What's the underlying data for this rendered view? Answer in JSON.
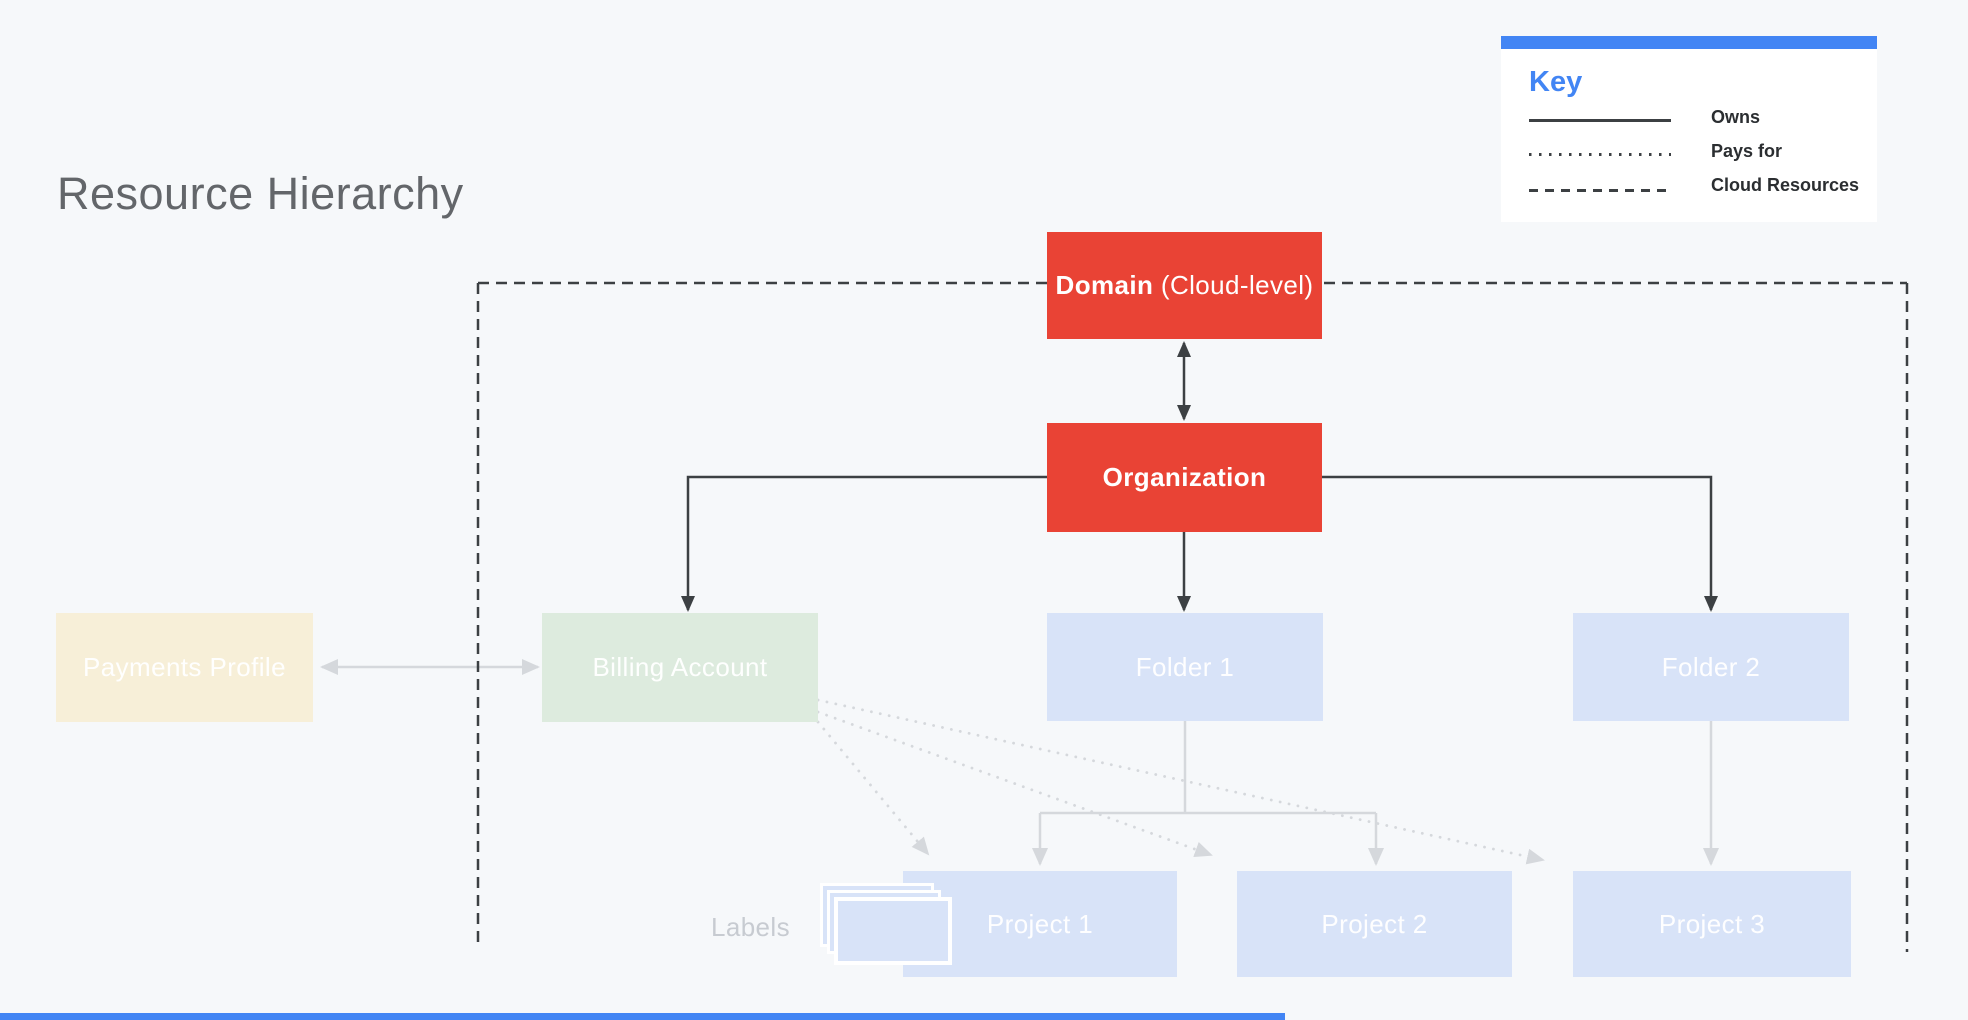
{
  "title": "Resource Hierarchy",
  "key": {
    "heading": "Key",
    "items": [
      {
        "style": "solid",
        "label": "Owns"
      },
      {
        "style": "dotted",
        "label": "Pays for"
      },
      {
        "style": "dashed",
        "label": "Cloud Resources"
      }
    ]
  },
  "nodes": {
    "domain_bold": "Domain",
    "domain_rest": " (Cloud-level)",
    "organization": "Organization",
    "payments_profile": "Payments Profile",
    "billing_account": "Billing Account",
    "folder1": "Folder 1",
    "folder2": "Folder 2",
    "project1": "Project 1",
    "project2": "Project 2",
    "project3": "Project 3",
    "labels_caption": "Labels"
  },
  "icons": {
    "labels": "stacked-cards-icon"
  },
  "colors": {
    "bg": "#F6F8FA",
    "red": "#E94335",
    "blue": "#4285F4",
    "lightblue": "#D8E3F8",
    "green": "#DDEBDE",
    "tan": "#F7EFD8",
    "dark_line": "#3C4043",
    "gray_line": "#D5D8DC"
  }
}
